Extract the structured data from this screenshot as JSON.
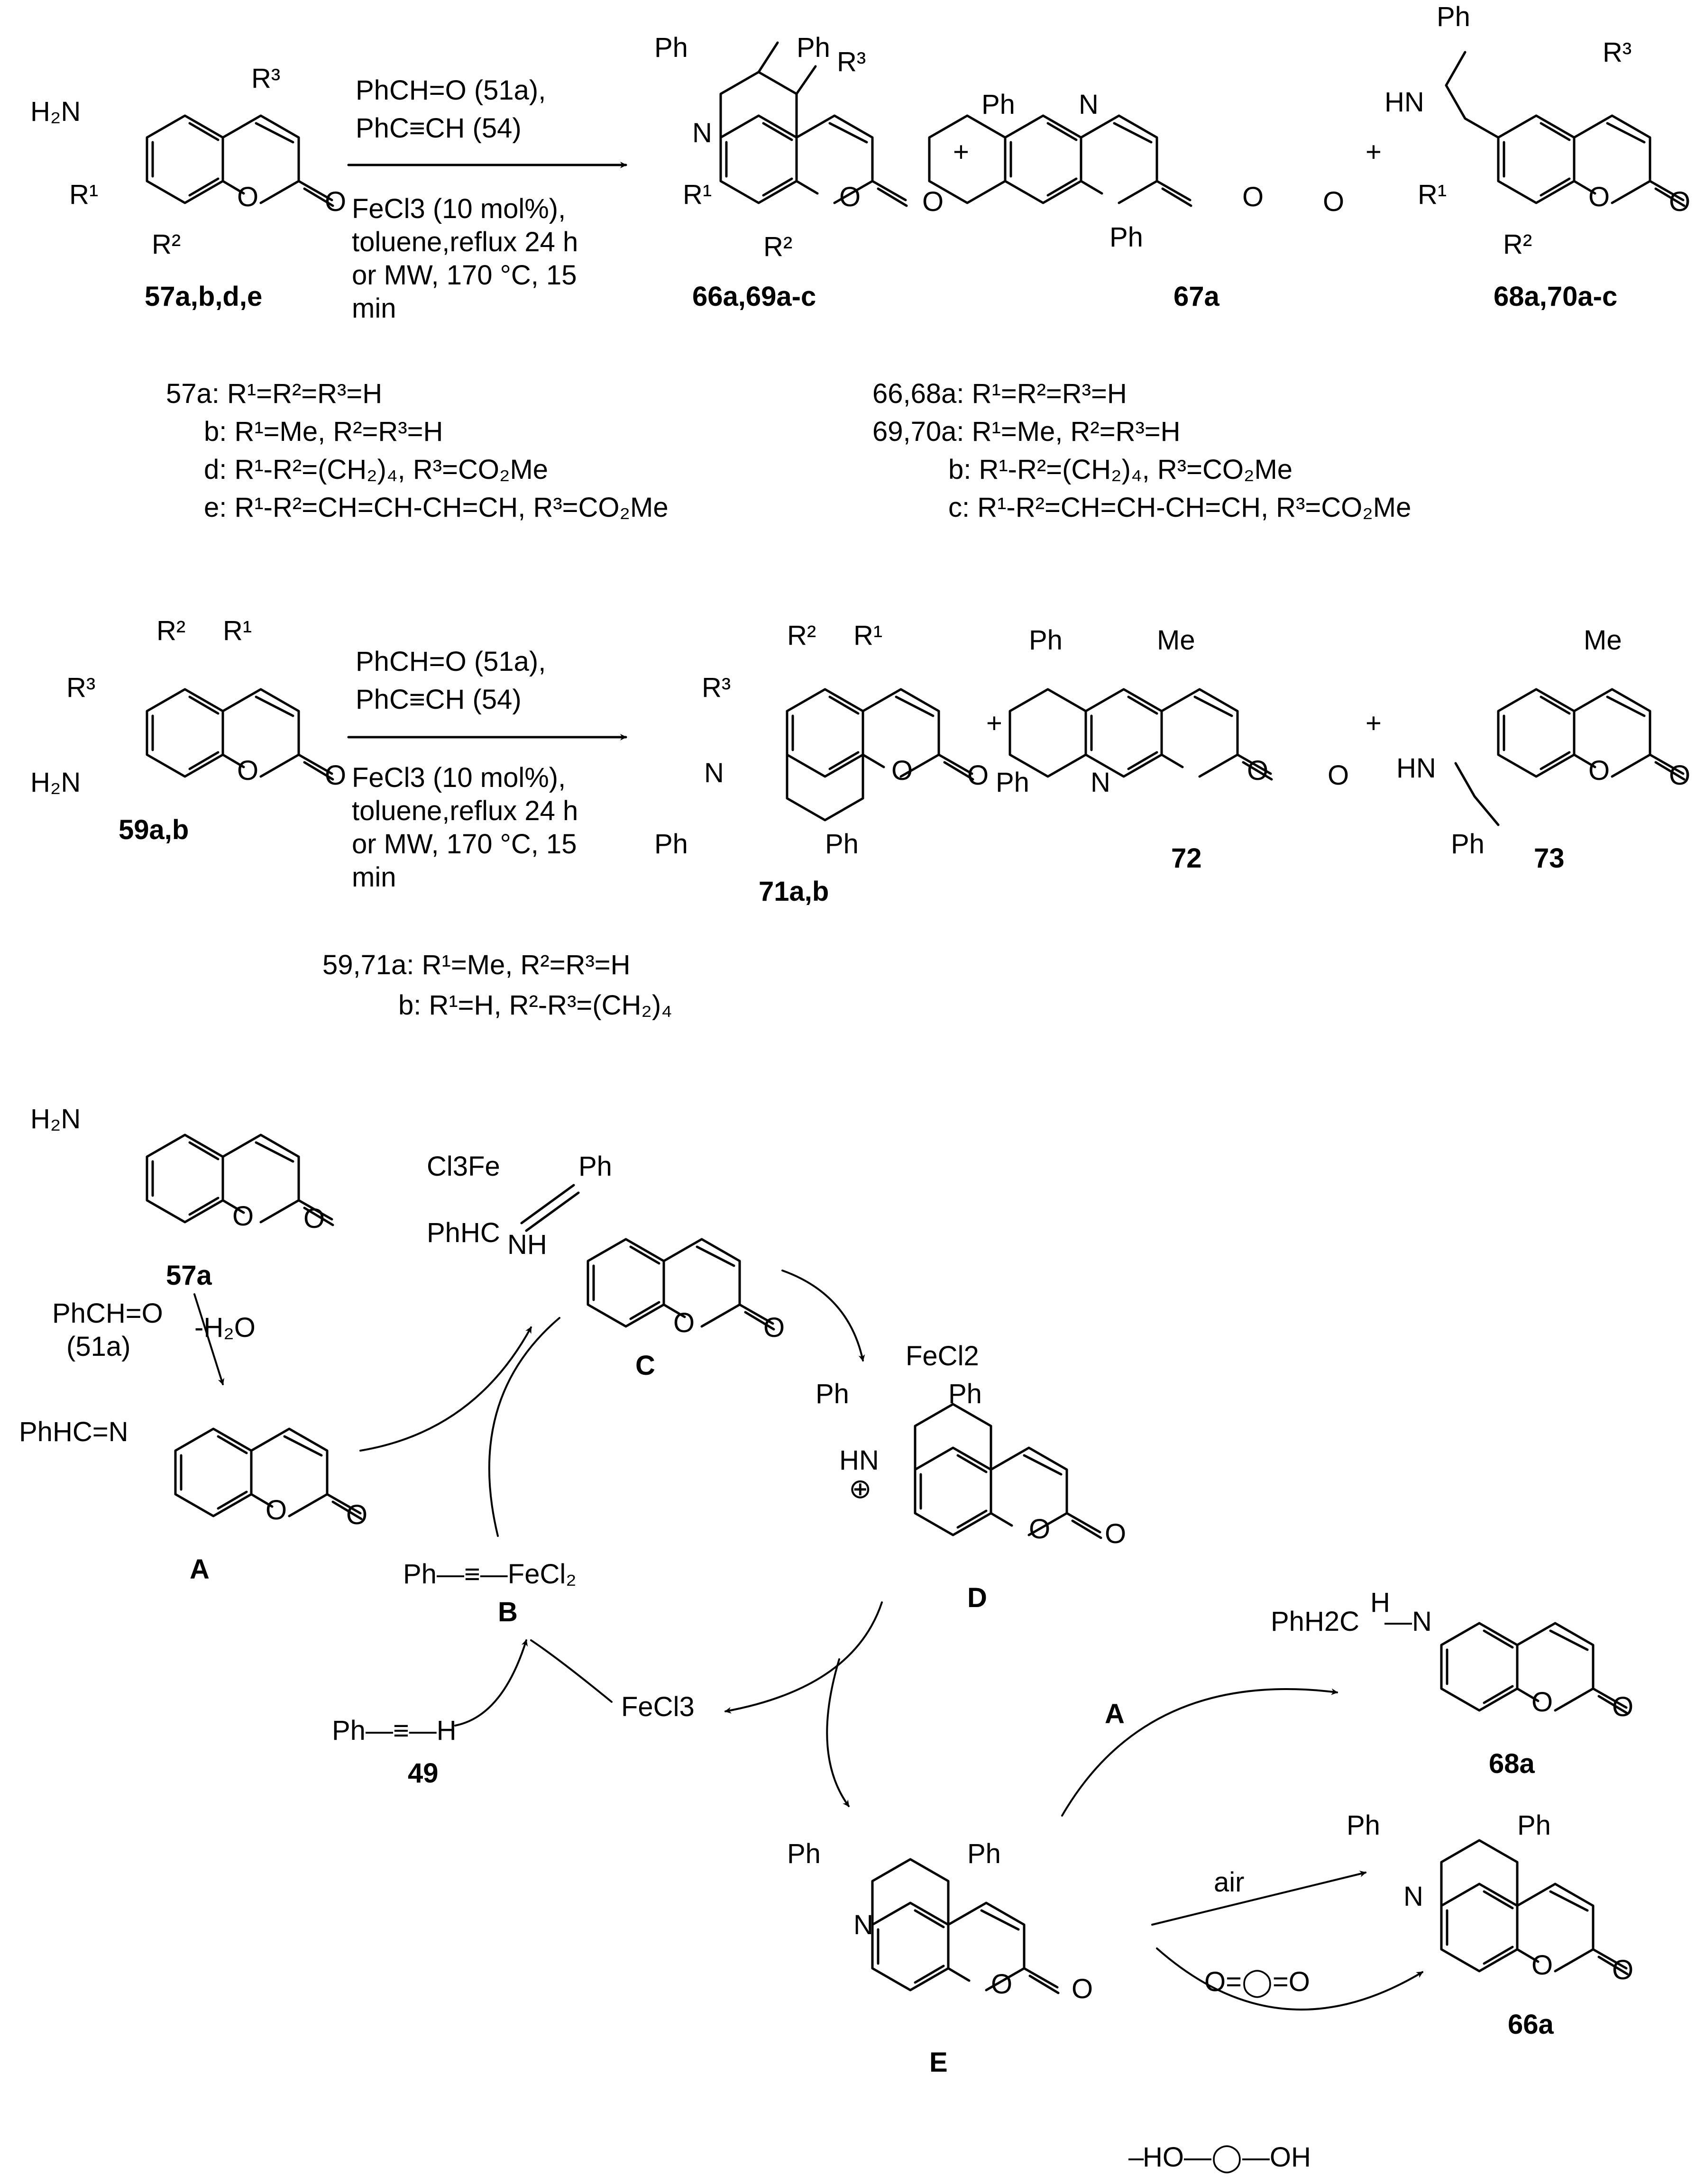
{
  "scheme1": {
    "reagent_line1": "PhCH=O (51a),",
    "reagent_line2": "PhC≡CH (54)",
    "cond_line1": "FeCl3 (10 mol%),",
    "cond_line2": "toluene,reflux 24 h",
    "cond_line3": "or MW, 170 °C, 15",
    "cond_line4": "min",
    "sm_label": "57a,b,d,e",
    "p1_label": "66a,69a-c",
    "p2_label": "67a",
    "p3_label": "68a,70a-c",
    "sm_subst": [
      "57a: R¹=R²=R³=H",
      "b: R¹=Me, R²=R³=H",
      "d: R¹-R²=(CH₂)₄, R³=CO₂Me",
      "e: R¹-R²=CH=CH-CH=CH, R³=CO₂Me"
    ],
    "prod_subst": [
      "66,68a: R¹=R²=R³=H",
      "69,70a: R¹=Me, R²=R³=H",
      "b: R¹-R²=(CH₂)₄, R³=CO₂Me",
      "c: R¹-R²=CH=CH-CH=CH, R³=CO₂Me"
    ]
  },
  "scheme2": {
    "reagent_line1": "PhCH=O (51a),",
    "reagent_line2": "PhC≡CH (54)",
    "cond_line1": "FeCl3 (10 mol%),",
    "cond_line2": "toluene,reflux 24 h",
    "cond_line3": "or MW, 170 °C, 15",
    "cond_line4": "min",
    "sm_label": "59a,b",
    "p1_label": "71a,b",
    "p2_label": "72",
    "p3_label": "73",
    "subst": [
      "59,71a: R¹=Me, R²=R³=H",
      "b: R¹=H, R²-R³=(CH₂)₄"
    ]
  },
  "mechanism": {
    "sm_label": "57a",
    "aldehyde": "PhCH=O",
    "aldehyde_label": "(51a)",
    "minus_water": "-H₂O",
    "imine": "PhHC=N",
    "A_label": "A",
    "B_label": "B",
    "C_label": "C",
    "D_label": "D",
    "E_label": "E",
    "acetylide": "Ph—≡—FeCl₂",
    "alkyne": "Ph—≡—H",
    "alkyne_label": "49",
    "catalyst": "FeCl3",
    "C_fe": "Cl3Fe",
    "C_phhc": "PhHC",
    "C_nh": "NH",
    "D_fecl2": "FeCl2",
    "arrow_A": "A",
    "p68_label": "68a",
    "p68_group": "PhH2C",
    "air": "air",
    "p66_label": "66a",
    "byproduct": "HO—◯—OH",
    "quinone": "O=◯=O"
  }
}
